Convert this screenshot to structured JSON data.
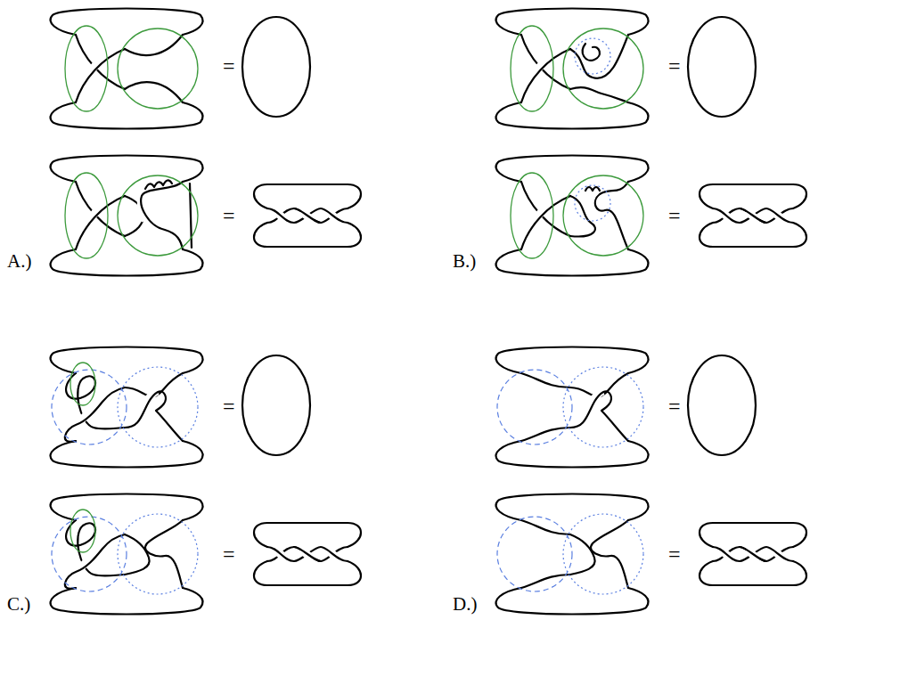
{
  "diagram": {
    "labels": [
      "=",
      "=",
      "=",
      "A.)",
      "=",
      "B.)",
      "=",
      "=",
      "=",
      "C.)",
      "=",
      "D.)"
    ]
  }
}
